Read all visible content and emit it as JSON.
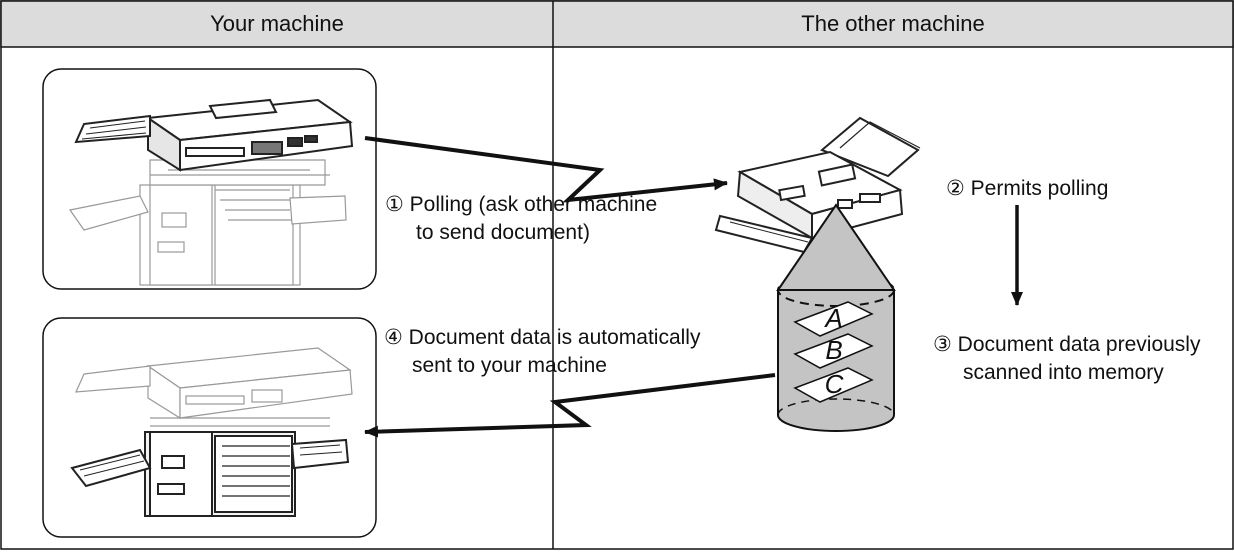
{
  "columns": {
    "left": "Your machine",
    "right": "The other machine"
  },
  "steps": [
    {
      "marker": "①",
      "lines": [
        "Polling (ask other machine",
        "to send document)"
      ]
    },
    {
      "marker": "②",
      "lines": [
        "Permits polling"
      ]
    },
    {
      "marker": "③",
      "lines": [
        "Document data previously",
        "scanned into memory"
      ]
    },
    {
      "marker": "④",
      "lines": [
        "Document data is automatically",
        "sent to your machine"
      ]
    }
  ],
  "memory_pages": [
    "A",
    "B",
    "C"
  ],
  "colors": {
    "header_fill": "#dcdcdc",
    "memory_fill": "#c4c4c4",
    "line": "#111111",
    "machine_lines": "#999999",
    "machine_dark": "#222222"
  }
}
